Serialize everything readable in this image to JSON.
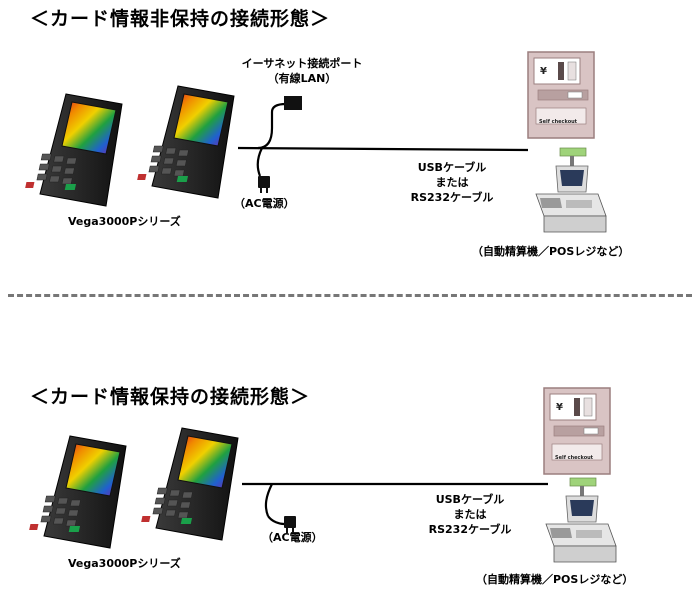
{
  "sections": [
    {
      "heading": "＜カード情報非保持の接続形態＞",
      "device_series_label": "Vega3000Pシリーズ",
      "ethernet_label_line1": "イーサネット接続ポート",
      "ethernet_label_line2": "（有線LAN）",
      "ac_power_label": "（AC電源）",
      "cable_label_line1": "USBケーブル",
      "cable_label_line2": "または",
      "cable_label_line3": "RS232ケーブル",
      "kiosk_screen_text": "Self checkout",
      "pos_label": "（自動精算機／POSレジなど）"
    },
    {
      "heading": "＜カード情報保持の接続形態＞",
      "device_series_label": "Vega3000Pシリーズ",
      "ac_power_label": "（AC電源）",
      "cable_label_line1": "USBケーブル",
      "cable_label_line2": "または",
      "cable_label_line3": "RS232ケーブル",
      "kiosk_screen_text": "Self checkout",
      "pos_label": "（自動精算機／POSレジなど）"
    }
  ],
  "colors": {
    "line": "#000000",
    "divider": "#777777",
    "terminal_body": "#222222",
    "kiosk_body": "#d9c4c4",
    "kiosk_frame": "#9b7f7f"
  }
}
